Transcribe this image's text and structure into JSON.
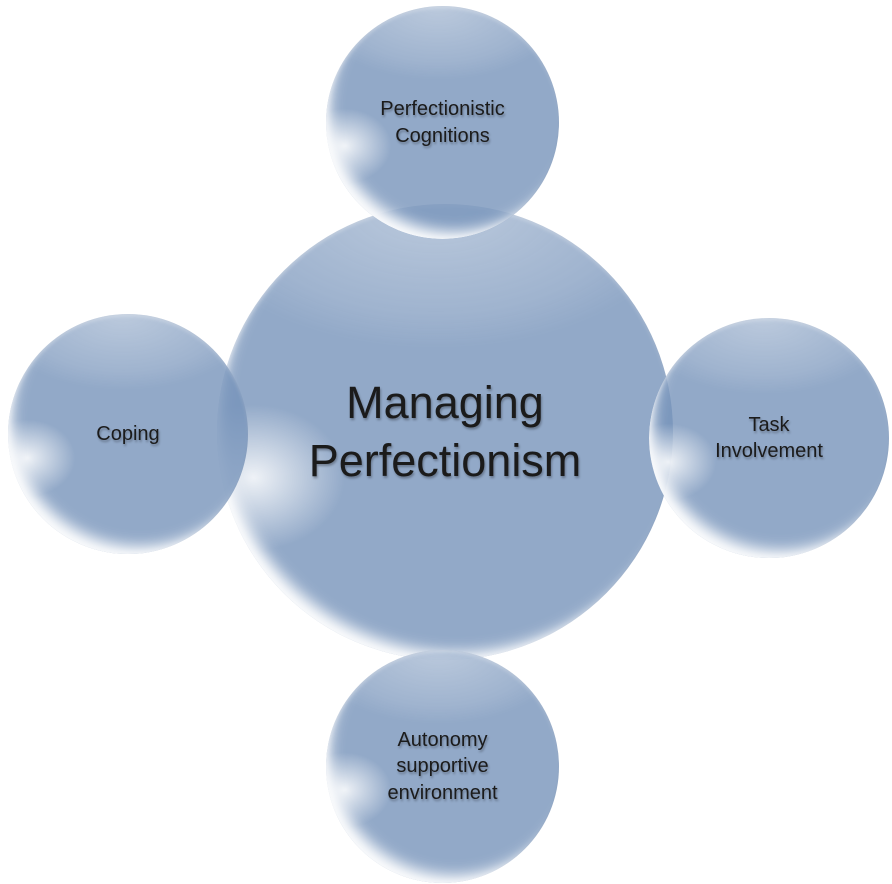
{
  "diagram": {
    "type": "radial",
    "center": {
      "label": "Managing Perfectionism"
    },
    "nodes": [
      {
        "position": "top",
        "label": "Perfectionistic Cognitions"
      },
      {
        "position": "right",
        "label": "Task Involvement"
      },
      {
        "position": "bottom",
        "label": "Autonomy supportive environment"
      },
      {
        "position": "left",
        "label": "Coping"
      }
    ],
    "colors": {
      "bubble_fill": "#7793BA",
      "bubble_fill_opacity": "0.8",
      "bubble_over_white": "#91A9C8",
      "bubble_overlap": "#7C97BC",
      "highlight_rim": "#FFFFFF",
      "text": "#1B1B1B",
      "background": "#FFFFFF"
    }
  }
}
